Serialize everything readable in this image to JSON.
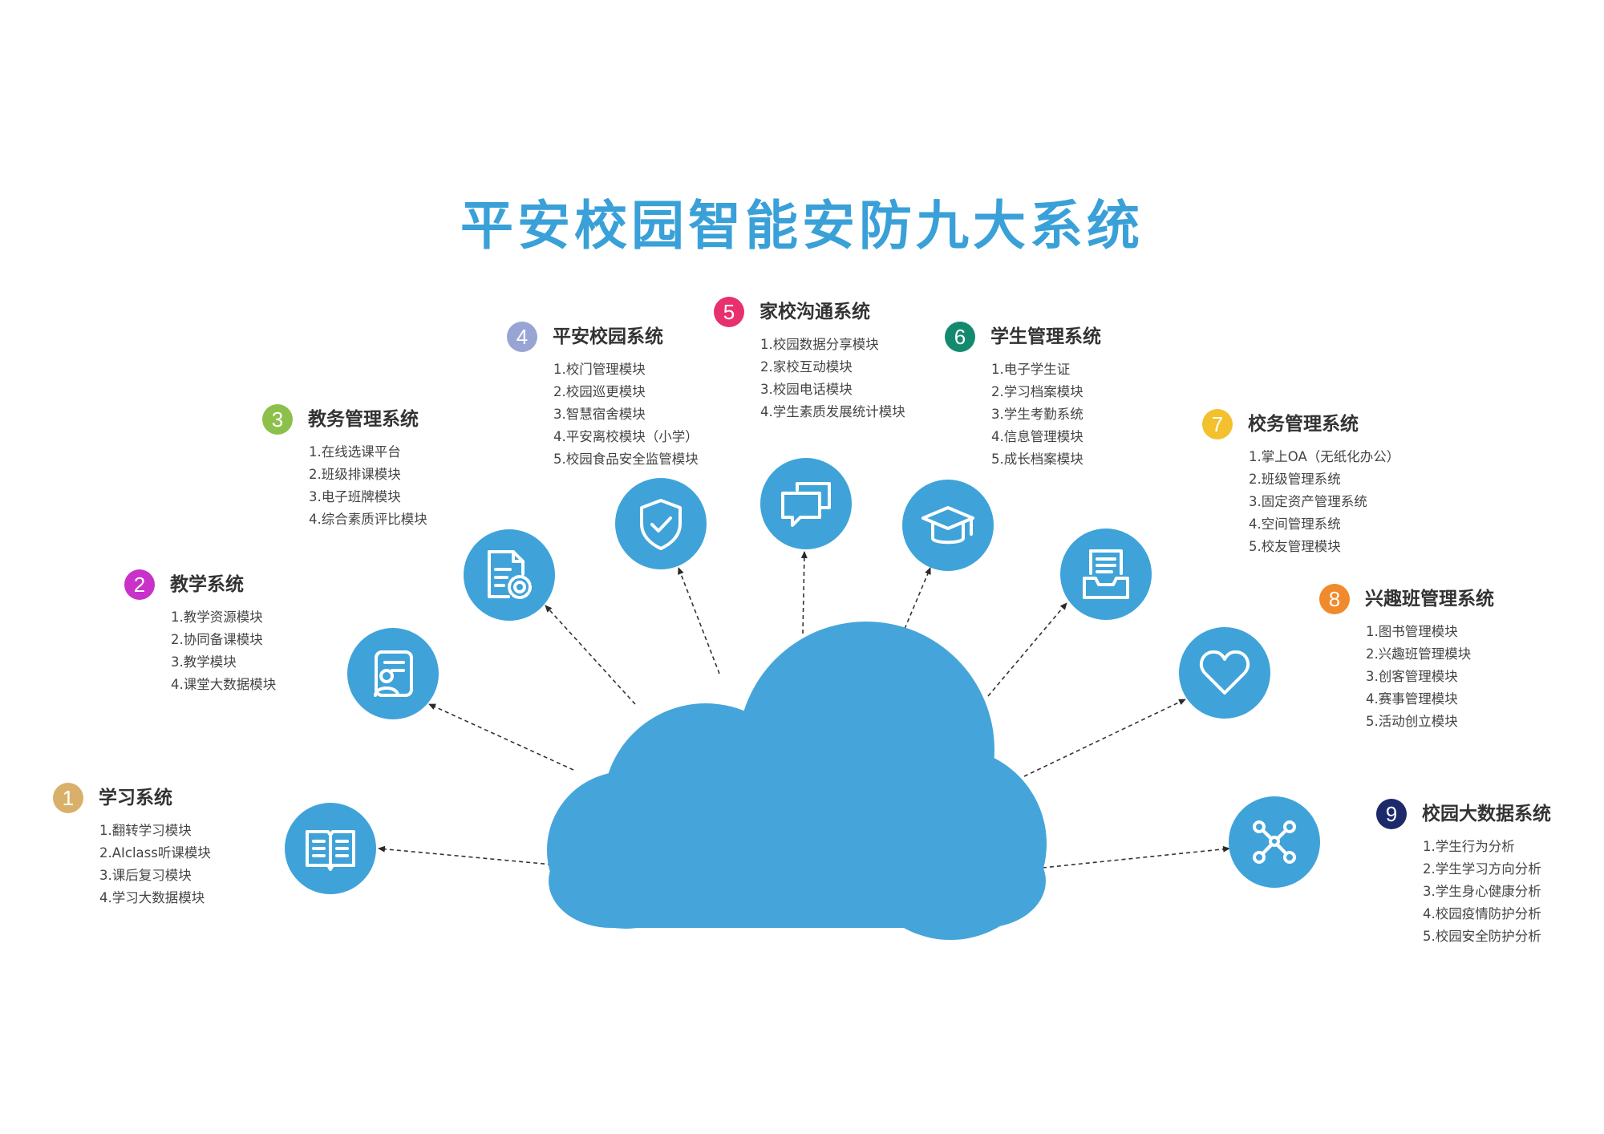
{
  "title": "平安校园智能安防九大系统",
  "colors": {
    "title": "#3aa0d8",
    "cloud": "#45a5da",
    "icon_circle": "#3fa3d9",
    "heading_text": "#333333",
    "item_text": "#444444"
  },
  "systems": [
    {
      "num": "1",
      "title": "学习系统",
      "color": "#d9b06a",
      "icon": "open-book-icon",
      "items": [
        "1.翻转学习模块",
        "2.AIclass听课模块",
        "3.课后复习模块",
        "4.学习大数据模块"
      ]
    },
    {
      "num": "2",
      "title": "教学系统",
      "color": "#c832c8",
      "icon": "teacher-document-icon",
      "items": [
        "1.教学资源模块",
        "2.协同备课模块",
        "3.教学模块",
        "4.课堂大数据模块"
      ]
    },
    {
      "num": "3",
      "title": "教务管理系统",
      "color": "#8cc04a",
      "icon": "document-gear-icon",
      "items": [
        "1.在线选课平台",
        "2.班级排课模块",
        "3.电子班牌模块",
        "4.综合素质评比模块"
      ]
    },
    {
      "num": "4",
      "title": "平安校园系统",
      "color": "#97a4d4",
      "icon": "shield-check-icon",
      "items": [
        "1.校门管理模块",
        "2.校园巡更模块",
        "3.智慧宿舍模块",
        "4.平安离校模块（小学）",
        "5.校园食品安全监管模块"
      ]
    },
    {
      "num": "5",
      "title": "家校沟通系统",
      "color": "#e8306f",
      "icon": "chat-bubbles-icon",
      "items": [
        "1.校园数据分享模块",
        "2.家校互动模块",
        "3.校园电话模块",
        "4.学生素质发展统计模块"
      ]
    },
    {
      "num": "6",
      "title": "学生管理系统",
      "color": "#138a6e",
      "icon": "graduation-cap-icon",
      "items": [
        "1.电子学生证",
        "2.学习档案模块",
        "3.学生考勤系统",
        "4.信息管理模块",
        "5.成长档案模块"
      ]
    },
    {
      "num": "7",
      "title": "校务管理系统",
      "color": "#f3c02e",
      "icon": "inbox-tray-icon",
      "items": [
        "1.掌上OA（无纸化办公）",
        "2.班级管理系统",
        "3.固定资产管理系统",
        "4.空间管理系统",
        "5.校友管理模块"
      ]
    },
    {
      "num": "8",
      "title": "兴趣班管理系统",
      "color": "#f08a2c",
      "icon": "heart-icon",
      "items": [
        "1.图书管理模块",
        "2.兴趣班管理模块",
        "3.创客管理模块",
        "4.赛事管理模块",
        "5.活动创立模块"
      ]
    },
    {
      "num": "9",
      "title": "校园大数据系统",
      "color": "#1c2a6b",
      "icon": "network-nodes-icon",
      "items": [
        "1.学生行为分析",
        "2.学生学习方向分析",
        "3.学生身心健康分析",
        "4.校园疫情防护分析",
        "5.校园安全防护分析"
      ]
    }
  ]
}
